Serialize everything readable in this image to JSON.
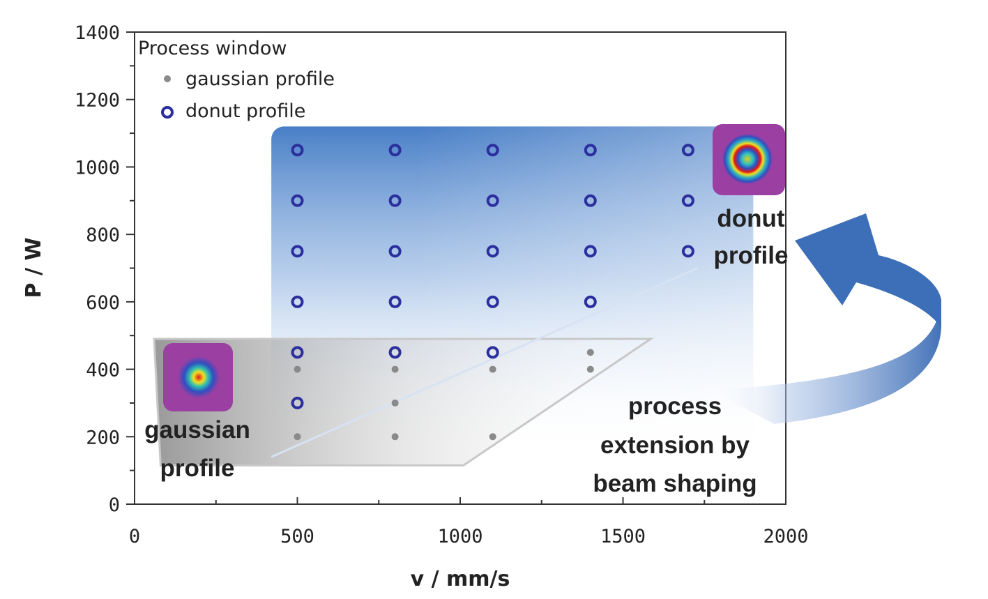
{
  "chart_data": {
    "type": "scatter",
    "xlabel": "v / mm/s",
    "ylabel": "P / W",
    "xlim": [
      0,
      2000
    ],
    "ylim": [
      0,
      1400
    ],
    "xticks": [
      0,
      500,
      1000,
      1500,
      2000
    ],
    "yticks": [
      0,
      200,
      400,
      600,
      800,
      1000,
      1200,
      1400
    ],
    "legend": {
      "title": "Process window",
      "position": "top-left",
      "entries": [
        "gaussian profile",
        "donut profile"
      ]
    },
    "series": [
      {
        "name": "gaussian profile",
        "marker": "filled-dot",
        "color": "#8a8a8a",
        "points": [
          {
            "x": 500,
            "y": 200
          },
          {
            "x": 800,
            "y": 200
          },
          {
            "x": 1100,
            "y": 200
          },
          {
            "x": 800,
            "y": 300
          },
          {
            "x": 500,
            "y": 400
          },
          {
            "x": 800,
            "y": 400
          },
          {
            "x": 1100,
            "y": 400
          },
          {
            "x": 1400,
            "y": 400
          },
          {
            "x": 1400,
            "y": 450
          }
        ]
      },
      {
        "name": "donut profile",
        "marker": "open-circle",
        "color": "#2b2f9e",
        "points": [
          {
            "x": 500,
            "y": 300
          },
          {
            "x": 500,
            "y": 450
          },
          {
            "x": 800,
            "y": 450
          },
          {
            "x": 1100,
            "y": 450
          },
          {
            "x": 500,
            "y": 600
          },
          {
            "x": 800,
            "y": 600
          },
          {
            "x": 1100,
            "y": 600
          },
          {
            "x": 1400,
            "y": 600
          },
          {
            "x": 500,
            "y": 750
          },
          {
            "x": 800,
            "y": 750
          },
          {
            "x": 1100,
            "y": 750
          },
          {
            "x": 1400,
            "y": 750
          },
          {
            "x": 1700,
            "y": 750
          },
          {
            "x": 500,
            "y": 900
          },
          {
            "x": 800,
            "y": 900
          },
          {
            "x": 1100,
            "y": 900
          },
          {
            "x": 1400,
            "y": 900
          },
          {
            "x": 1700,
            "y": 900
          },
          {
            "x": 500,
            "y": 1050
          },
          {
            "x": 800,
            "y": 1050
          },
          {
            "x": 1100,
            "y": 1050
          },
          {
            "x": 1400,
            "y": 1050
          },
          {
            "x": 1700,
            "y": 1050
          }
        ]
      }
    ],
    "annotations": {
      "gaussian_line1": "gaussian",
      "gaussian_line2": "profile",
      "donut_line1": "donut",
      "donut_line2": "profile",
      "extension_line1": "process",
      "extension_line2": "extension by",
      "extension_line3": "beam shaping"
    },
    "colors": {
      "gaussian_region": "#9a9a9a",
      "donut_region": "#3f78c4",
      "arrow": "#3d6fb8",
      "profile_tile": "#9b3fa3"
    }
  }
}
